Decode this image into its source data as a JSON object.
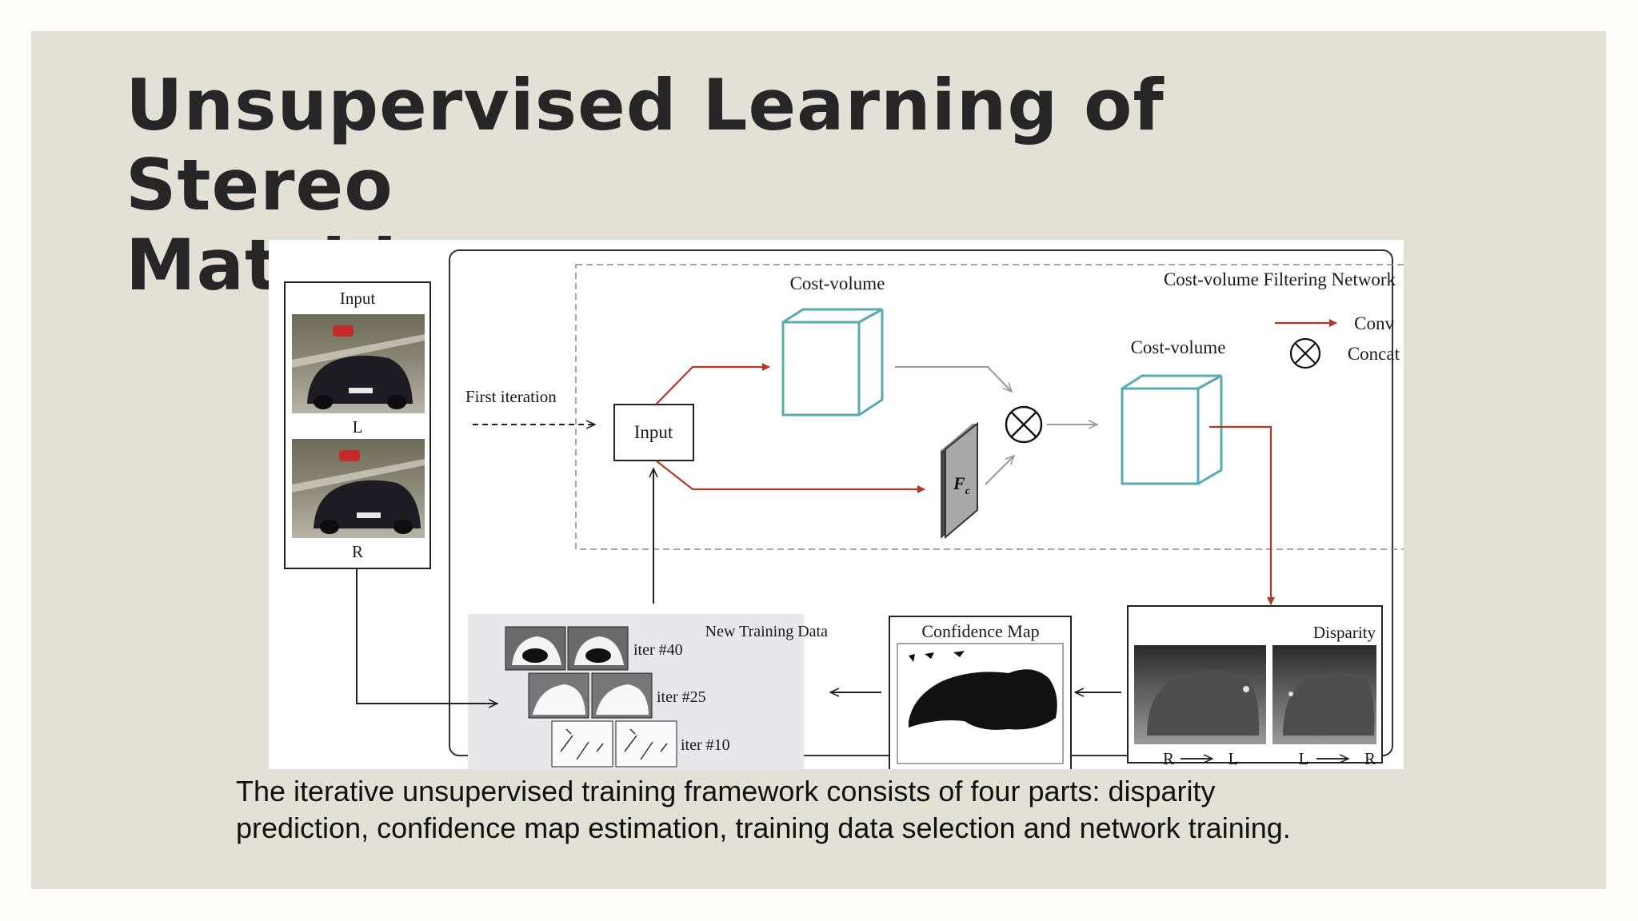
{
  "slide": {
    "title_lines": [
      "Unsupervised Learning of Stereo",
      "Matching"
    ],
    "caption_lines": [
      "The iterative unsupervised training framework consists of four parts: disparity",
      "prediction, confidence map estimation, training data selection and network training."
    ]
  },
  "diagram": {
    "input_panel": {
      "title": "Input",
      "left_label": "L",
      "right_label": "R"
    },
    "first_iteration_label": "First iteration",
    "input_box_label": "Input",
    "network_title": "Cost-volume Filtering Network",
    "cost_volume_label_1": "Cost-volume",
    "cost_volume_label_2": "Cost-volume",
    "filter_label": "F",
    "filter_subscript": "c",
    "legend": {
      "conv": "Conv",
      "concat": "Concat"
    },
    "new_training_data": {
      "title": "New Training Data",
      "iterations": [
        "iter #40",
        "iter #25",
        "iter #10"
      ]
    },
    "confidence_map_title": "Confidence Map",
    "disparity": {
      "title": "Disparity",
      "r_to_l": {
        "from": "R",
        "to": "L"
      },
      "l_to_r": {
        "from": "L",
        "to": "R"
      }
    },
    "colors": {
      "conv_arrow": "#b0392a",
      "cube": "#5aaab3",
      "label_red": "#b0392a",
      "gray_arrow": "#999999"
    }
  }
}
